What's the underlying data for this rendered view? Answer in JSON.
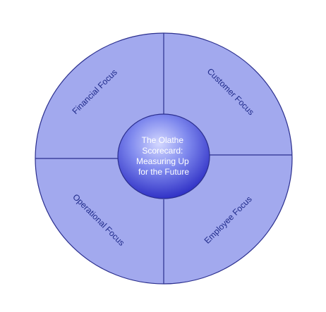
{
  "center": {
    "lines": [
      "The Olathe",
      "Scorecard:",
      "Measuring Up",
      "for the Future"
    ]
  },
  "quadrants": {
    "financial": "Financial Focus",
    "customer": "Customer Focus",
    "operational": "Operational Focus",
    "employee": "Employee Focus"
  },
  "colors": {
    "outer_fill": "#a2a9ee",
    "outline": "#2b2f8e",
    "center_light": "#d4d8ff",
    "center_mid": "#5460e6",
    "center_dark": "#2525c0",
    "label_text": "#1f2a8a"
  }
}
